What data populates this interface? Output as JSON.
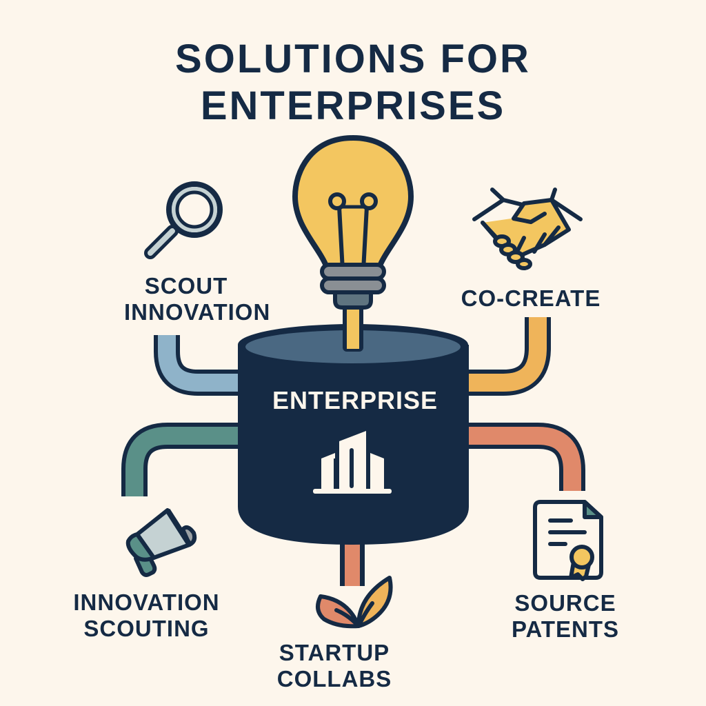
{
  "title": {
    "line1": "SOLUTIONS FOR",
    "line2": "ENTERPRISES"
  },
  "center": {
    "label": "ENTERPRISE",
    "icon": "building-icon"
  },
  "top_icon": "lightbulb-icon",
  "nodes": [
    {
      "id": "scout-innovation",
      "lines": [
        "SCOUT",
        "INNOVATION"
      ],
      "icon": "magnifying-glass-icon",
      "pipe_color": "#8fb3c9"
    },
    {
      "id": "co-create",
      "lines": [
        "CO-CREATE"
      ],
      "icon": "handshake-icon",
      "pipe_color": "#efb45a"
    },
    {
      "id": "innovation-scouting",
      "lines": [
        "INNOVATION",
        "SCOUTING"
      ],
      "icon": "megaphone-icon",
      "pipe_color": "#5a9088"
    },
    {
      "id": "source-patents",
      "lines": [
        "SOURCE",
        "PATENTS"
      ],
      "icon": "certificate-document-icon",
      "pipe_color": "#e0896a"
    },
    {
      "id": "startup-collabs",
      "lines": [
        "STARTUP",
        "COLLABS"
      ],
      "icon": "sprout-icon",
      "pipe_color": "#e0896a"
    }
  ],
  "colors": {
    "background": "#fdf6ec",
    "navy": "#152a44",
    "cylinder_top": "#4a6882",
    "yellow": "#f3c660",
    "gray": "#8a8f94"
  }
}
